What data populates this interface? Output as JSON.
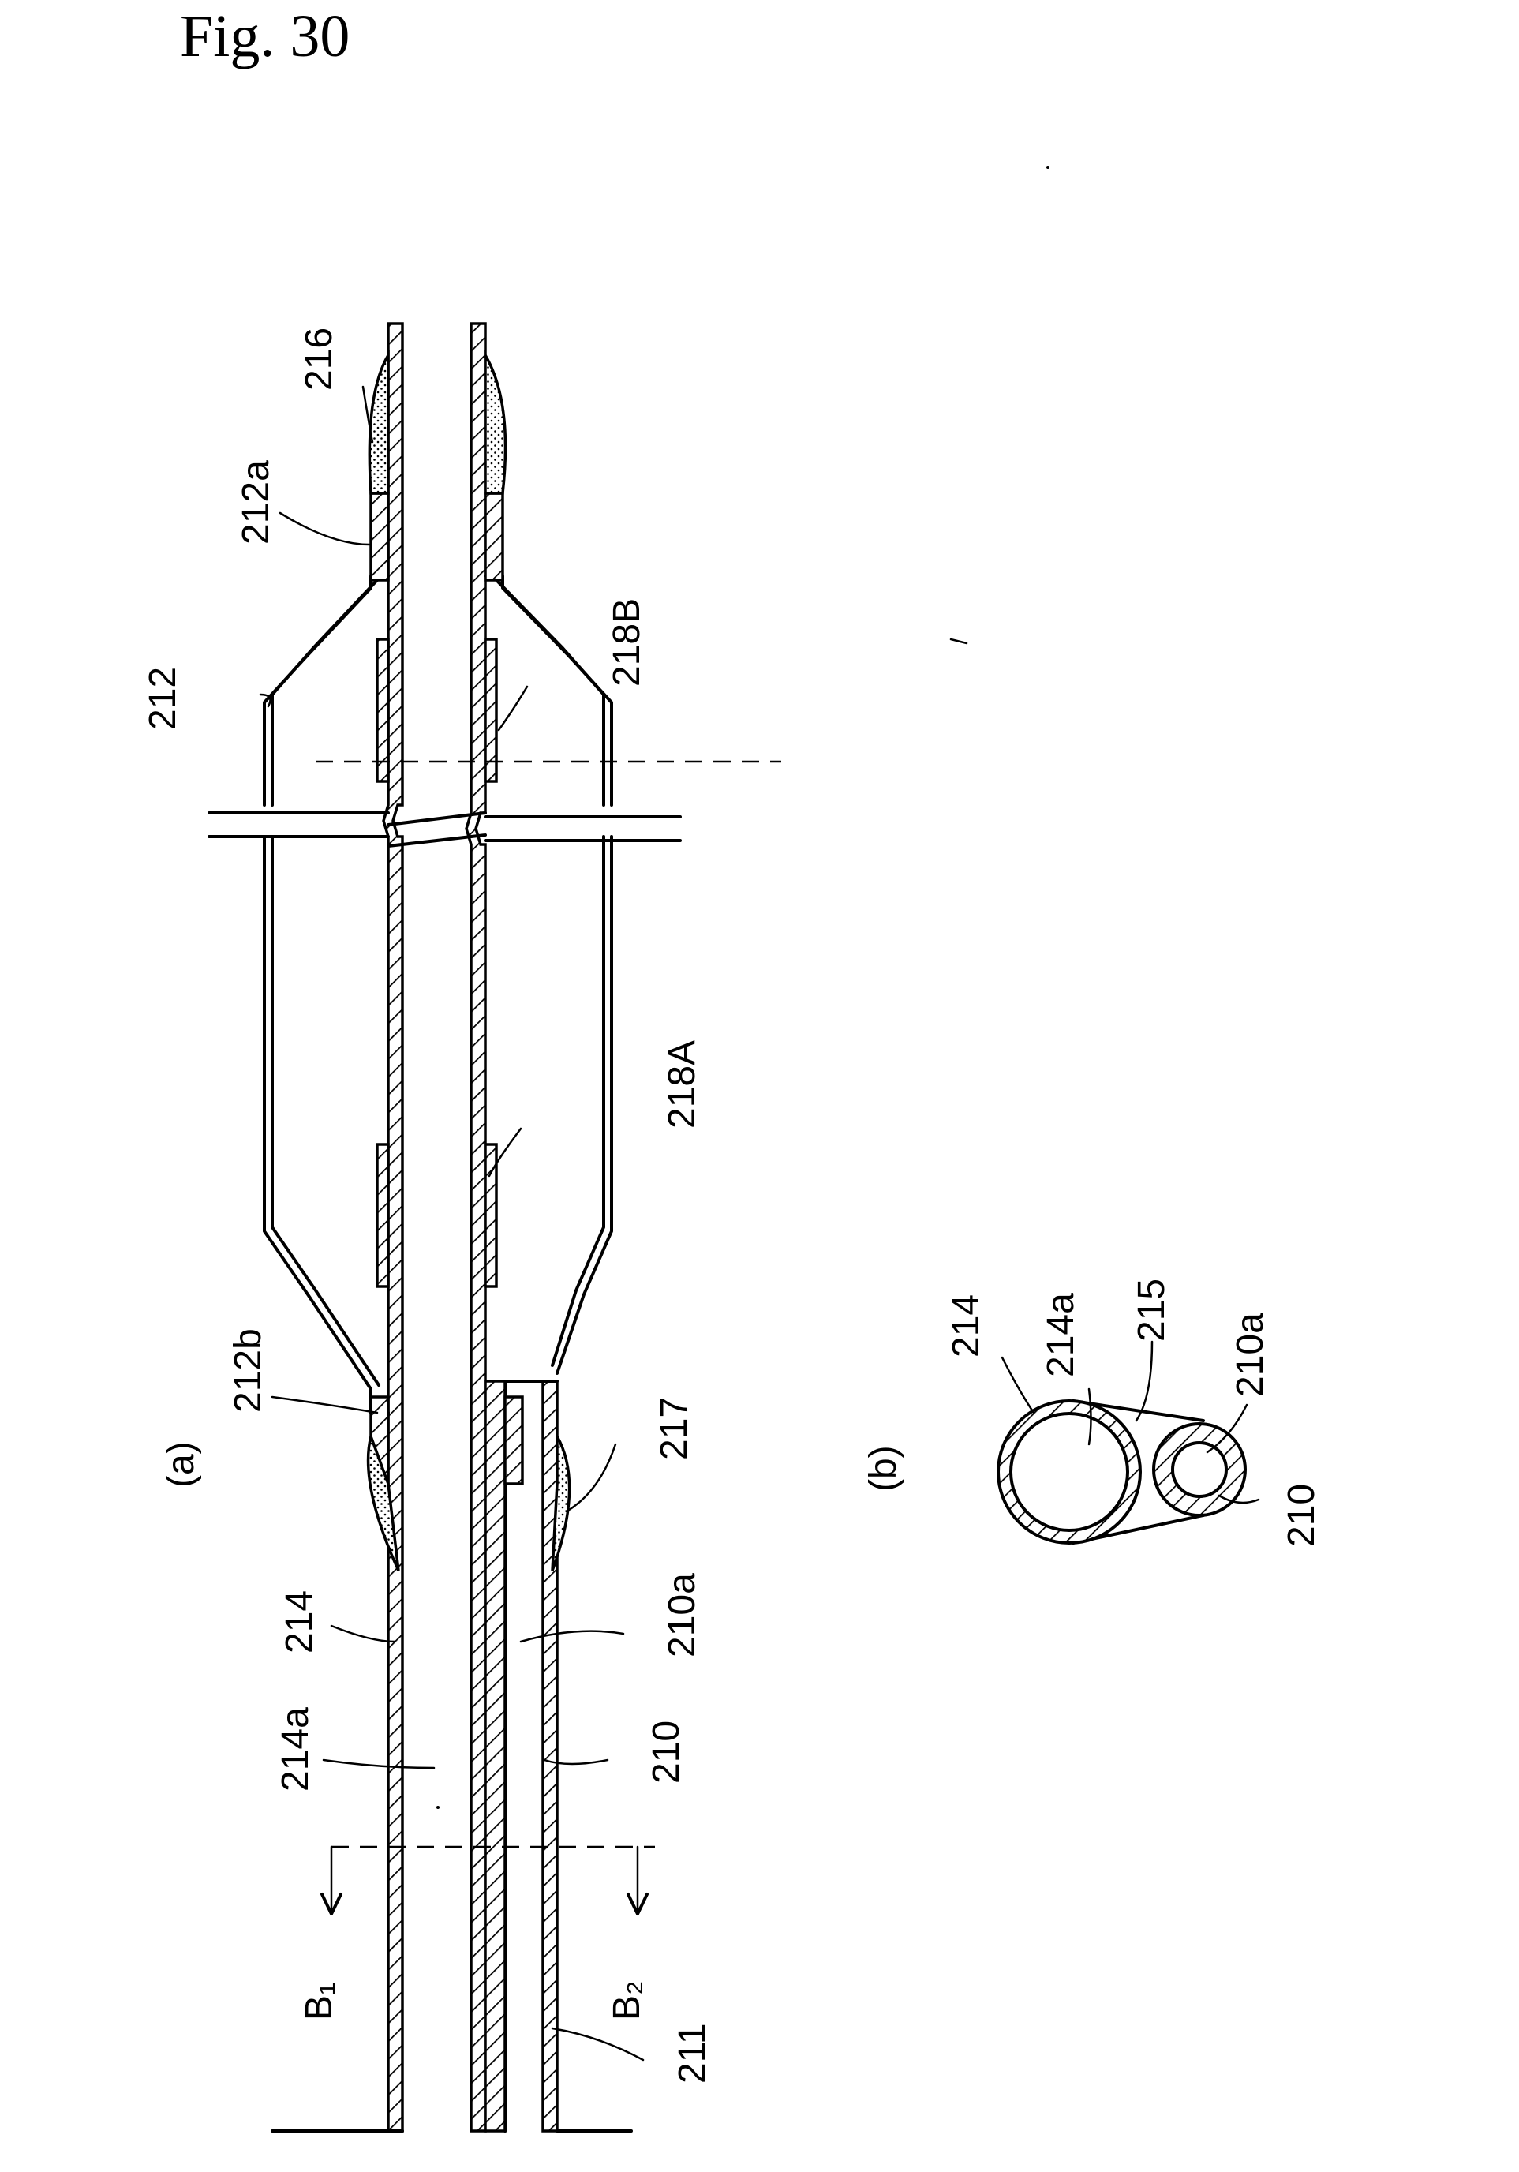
{
  "figure_title": "Fig. 30",
  "view_a": {
    "panel_label": "(a)",
    "labels": {
      "l216": "216",
      "l212a": "212a",
      "l212": "212",
      "l218B": "218B",
      "l218A": "218A",
      "l212b": "212b",
      "l217": "217",
      "l214": "214",
      "l214a": "214a",
      "l210a": "210a",
      "l210": "210",
      "l211": "211",
      "lB1": "B₁",
      "lB2": "B₂"
    }
  },
  "view_b": {
    "panel_label": "(b)",
    "labels": {
      "l214": "214",
      "l214a": "214a",
      "l215": "215",
      "l210a": "210a",
      "l210": "210"
    }
  }
}
